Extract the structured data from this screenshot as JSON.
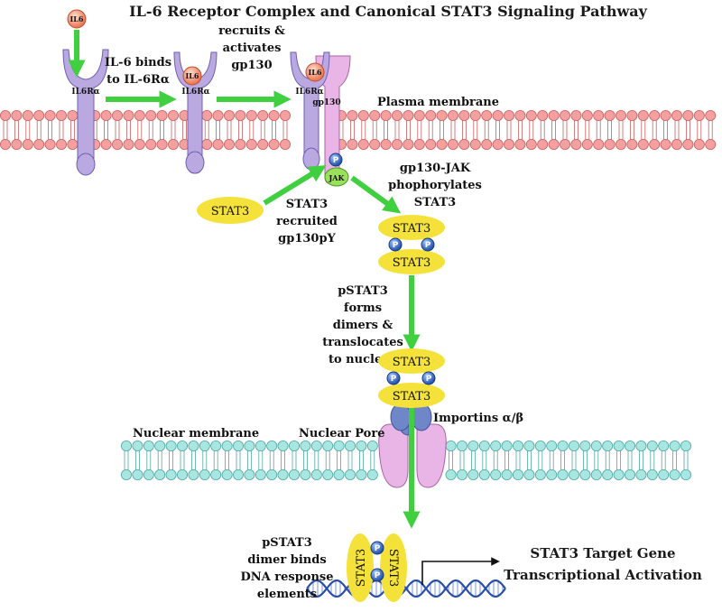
{
  "title": "IL-6 Receptor Complex and Canonical STAT3 Signaling Pathway",
  "molecules": {
    "il6": "IL6",
    "il6ra": "IL6Rα",
    "gp130": "gp130",
    "jak": "JAK",
    "phospho": "P",
    "stat3": "STAT3"
  },
  "steps": {
    "binds": [
      "IL-6 binds",
      "to IL-6Rα"
    ],
    "recruits": [
      "recruits &",
      "activates",
      "gp130"
    ],
    "stat3_recruited": [
      "STAT3",
      "recruited",
      "gp130pY"
    ],
    "jak_phos": [
      "gp130-JAK",
      "phophorylates",
      "STAT3"
    ],
    "dimers": [
      "pSTAT3",
      "forms",
      "dimers &",
      "translocates",
      "to nucleus"
    ],
    "dna_bind": [
      "pSTAT3",
      "dimer binds",
      "DNA response",
      "elements"
    ]
  },
  "labels": {
    "plasma_membrane": "Plasma membrane",
    "nuclear_membrane": "Nuclear membrane",
    "nuclear_pore": "Nuclear Pore",
    "importins": "Importins α/β",
    "target_gene": [
      "STAT3 Target Gene",
      "Transcriptional Activation"
    ]
  },
  "colors": {
    "membrane_head": "#f4a0a0",
    "nuclear_head": "#a8e6e2",
    "receptor": "#b9a9e0",
    "gp130": "#e9b4e6",
    "arrow": "#3fcf3f",
    "stat3": "#f4e23a",
    "il6": "#f08060",
    "phospho": "#2f5fb8",
    "jak": "#9be05a",
    "importin": "#6f86c9",
    "dna": "#2a4fa8"
  }
}
